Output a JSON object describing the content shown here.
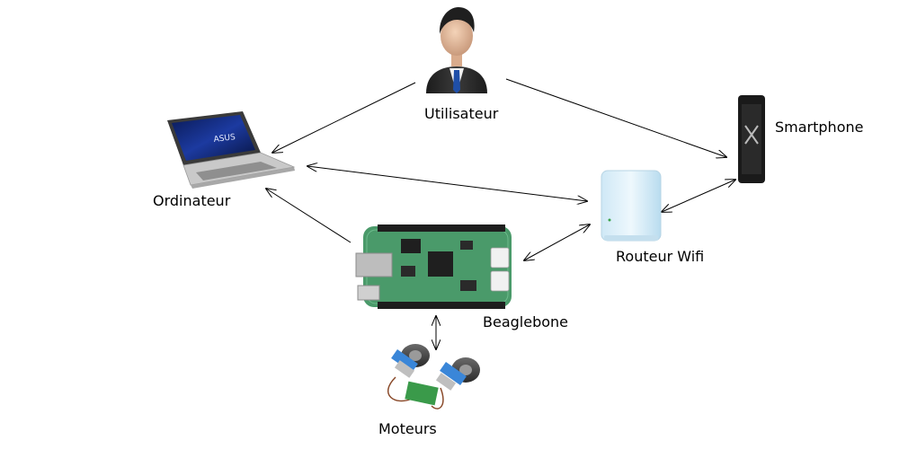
{
  "nodes": {
    "user": {
      "label": "Utilisateur",
      "icon": "businessman-icon"
    },
    "laptop": {
      "label": "Ordinateur",
      "icon": "laptop-icon",
      "brand": "ASUS"
    },
    "phone": {
      "label": "Smartphone",
      "icon": "smartphone-icon"
    },
    "router": {
      "label": "Routeur Wifi",
      "icon": "wifi-router-icon"
    },
    "board": {
      "label": "Beaglebone",
      "icon": "beaglebone-board-icon"
    },
    "motors": {
      "label": "Moteurs",
      "icon": "motor-wheels-icon"
    }
  },
  "connections": [
    {
      "from": "user",
      "to": "laptop",
      "direction": "to"
    },
    {
      "from": "user",
      "to": "phone",
      "direction": "to"
    },
    {
      "from": "laptop",
      "to": "router",
      "direction": "both"
    },
    {
      "from": "phone",
      "to": "router",
      "direction": "both"
    },
    {
      "from": "router",
      "to": "board",
      "direction": "both"
    },
    {
      "from": "board",
      "to": "laptop",
      "direction": "to"
    },
    {
      "from": "board",
      "to": "motors",
      "direction": "both"
    }
  ],
  "colors": {
    "board_pcb": "#4a9a6a",
    "router_body": "#d6ecf7",
    "suit": "#2b2b2b",
    "motor_bracket": "#3a86d8",
    "arrow": "#000000"
  }
}
